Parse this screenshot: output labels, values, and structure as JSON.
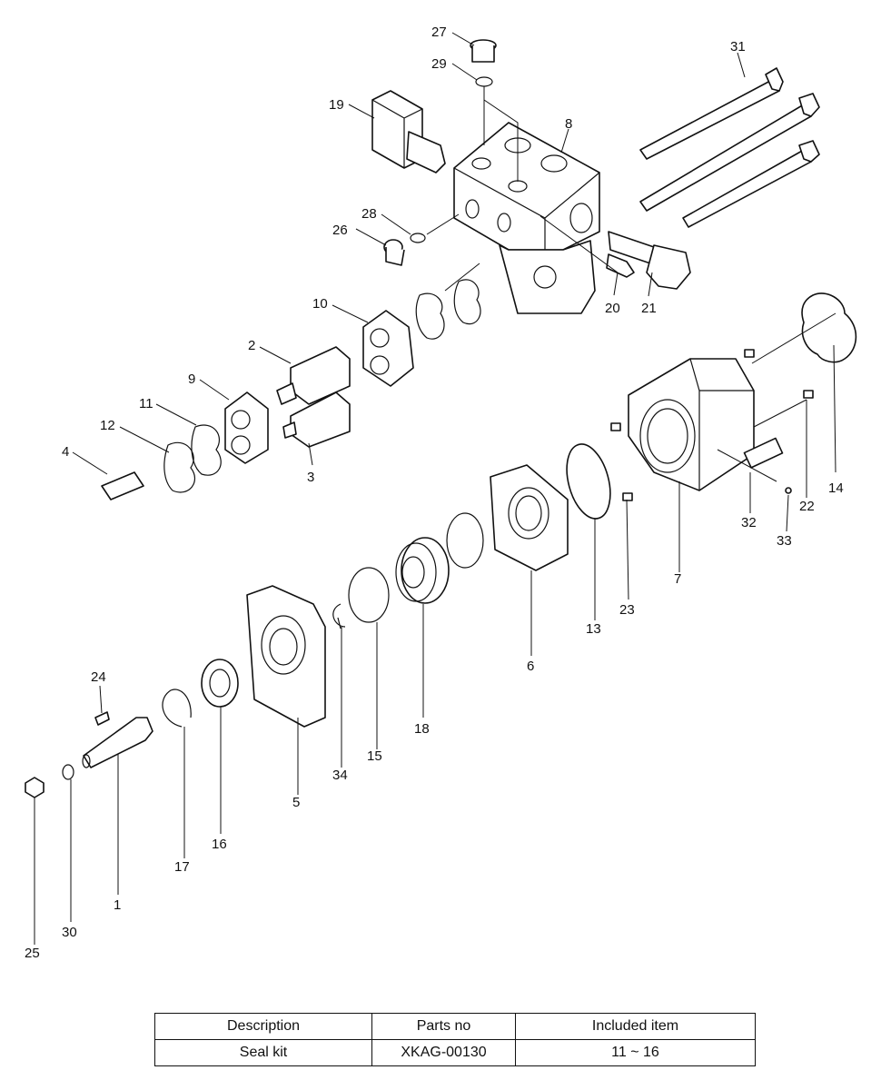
{
  "diagram": {
    "labels": [
      "1",
      "2",
      "3",
      "4",
      "5",
      "6",
      "7",
      "8",
      "9",
      "10",
      "11",
      "12",
      "13",
      "14",
      "15",
      "16",
      "17",
      "18",
      "19",
      "20",
      "21",
      "22",
      "23",
      "24",
      "25",
      "26",
      "27",
      "28",
      "29",
      "30",
      "31",
      "32",
      "33",
      "34"
    ]
  },
  "table": {
    "headers": [
      "Description",
      "Parts no",
      "Included item"
    ],
    "rows": [
      [
        "Seal kit",
        "XKAG-00130",
        "11 ~ 16"
      ]
    ]
  }
}
